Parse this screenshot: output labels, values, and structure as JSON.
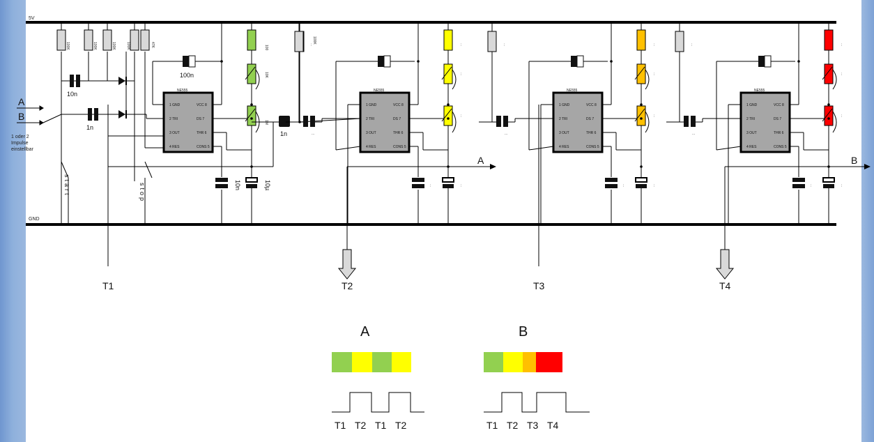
{
  "rails": {
    "vcc": "5V",
    "gnd": "GND"
  },
  "inputs": {
    "a": "A",
    "b": "B",
    "note_line1": "1 oder 2",
    "note_line2": "Impulse",
    "note_line3": "einstellbar"
  },
  "switches": {
    "start": "start",
    "stop": "stop"
  },
  "front": {
    "r1": "100K",
    "r2": "100K",
    "r3": "100K",
    "r4": "100K",
    "r5": "47K",
    "cap_10n": "10n",
    "cap_1n": "1n",
    "cap_100n": "100n"
  },
  "chip_title": "NE555",
  "chip_pins": {
    "gnd": "1 GND",
    "tri": "2 TRI",
    "out": "3 OUT",
    "res": "4 RES",
    "vcc": "VCC 8",
    "ds": "DS 7",
    "thr": "THR 6",
    "cons": "CONS 5"
  },
  "stage1": {
    "r_fixed": "100",
    "r_pot1": "10K",
    "r_pot2": "1M",
    "cap_a": "10n",
    "cap_b": "10µ",
    "coupling": "1n",
    "r_stage2": "100K"
  },
  "ellipsis": "...",
  "outputs": {
    "a": "A",
    "b": "B"
  },
  "taps": [
    "T1",
    "T2",
    "T3",
    "T4"
  ],
  "legend": {
    "a_title": "A",
    "b_title": "B",
    "a_colors": [
      "#92d050",
      "#ffff00",
      "#92d050",
      "#ffff00"
    ],
    "b_colors": [
      "#92d050",
      "#ffff00",
      "#ffc000",
      "#ff0000"
    ],
    "a_labels": [
      "T1",
      "T2",
      "T1",
      "T2"
    ],
    "b_labels": [
      "T1",
      "T2",
      "T3",
      "T4"
    ]
  },
  "stage_colors": [
    "#92d050",
    "#ffff00",
    "#ffc000",
    "#ff0000"
  ],
  "colors": {
    "chip": "#a6a6a6",
    "resistor": "#d9d9d9",
    "arrow": "#d9d9d9"
  }
}
